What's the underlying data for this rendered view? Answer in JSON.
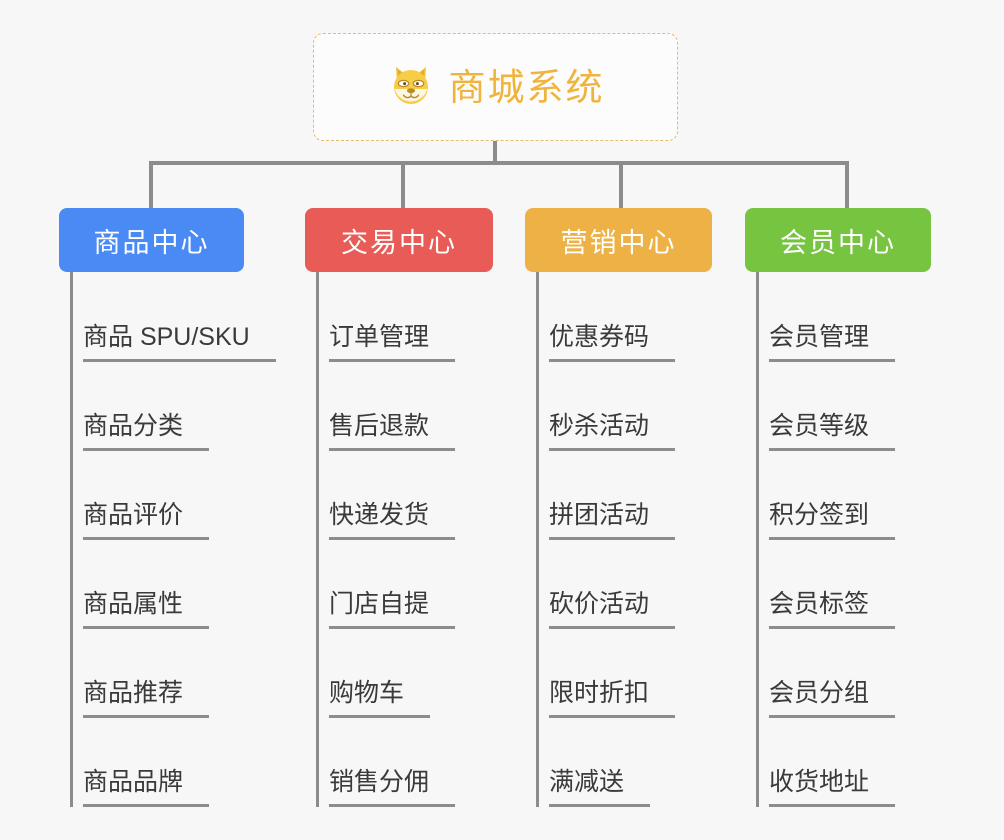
{
  "root": {
    "title": "商城系统",
    "icon": "shiba-dog-icon",
    "border_color": "#e8b96a",
    "text_color": "#f0b43c"
  },
  "branches": [
    {
      "label": "商品中心",
      "color": "#4a8af4",
      "items": [
        "商品 SPU/SKU",
        "商品分类",
        "商品评价",
        "商品属性",
        "商品推荐",
        "商品品牌"
      ]
    },
    {
      "label": "交易中心",
      "color": "#e85b56",
      "items": [
        "订单管理",
        "售后退款",
        "快递发货",
        "门店自提",
        "购物车",
        "销售分佣"
      ]
    },
    {
      "label": "营销中心",
      "color": "#edb146",
      "items": [
        "优惠券码",
        "秒杀活动",
        "拼团活动",
        "砍价活动",
        "限时折扣",
        "满减送"
      ]
    },
    {
      "label": "会员中心",
      "color": "#77c440",
      "items": [
        "会员管理",
        "会员等级",
        "积分签到",
        "会员标签",
        "会员分组",
        "收货地址"
      ]
    }
  ],
  "theme": {
    "background": "#f7f7f7",
    "connector_color": "#8c8c8c",
    "leaf_text_color": "#3a3a3a"
  }
}
